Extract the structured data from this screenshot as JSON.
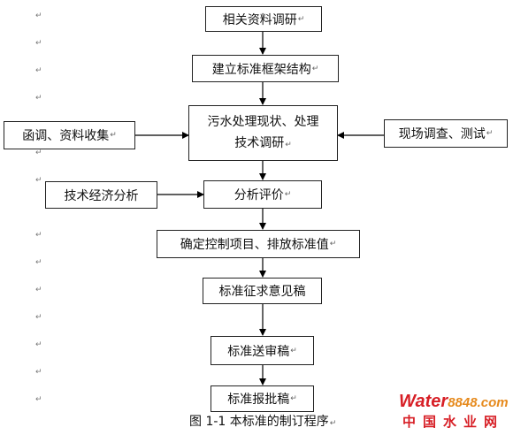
{
  "flow": {
    "research": "相关资料调研",
    "framework": "建立标准框架结构",
    "tech_line1": "污水处理现状、处理",
    "tech_line2": "技术调研",
    "letter": "函调、资料收集",
    "field": "现场调查、测试",
    "economic": "技术经济分析",
    "analysis": "分析评价",
    "control": "确定控制项目、排放标准值",
    "draft": "标准征求意见稿",
    "submit": "标准送审稿",
    "approve": "标准报批稿"
  },
  "caption": "图 1-1 本标准的制订程序",
  "paragraph_mark": "↵",
  "logo": {
    "brand_w": "Wa",
    "brand_ter": "ter",
    "brand_num": "8848",
    "brand_dom": ".com",
    "cn": "中国水业网"
  },
  "colors": {
    "logo_red": "#d71f26",
    "logo_orange": "#e68a1d"
  }
}
